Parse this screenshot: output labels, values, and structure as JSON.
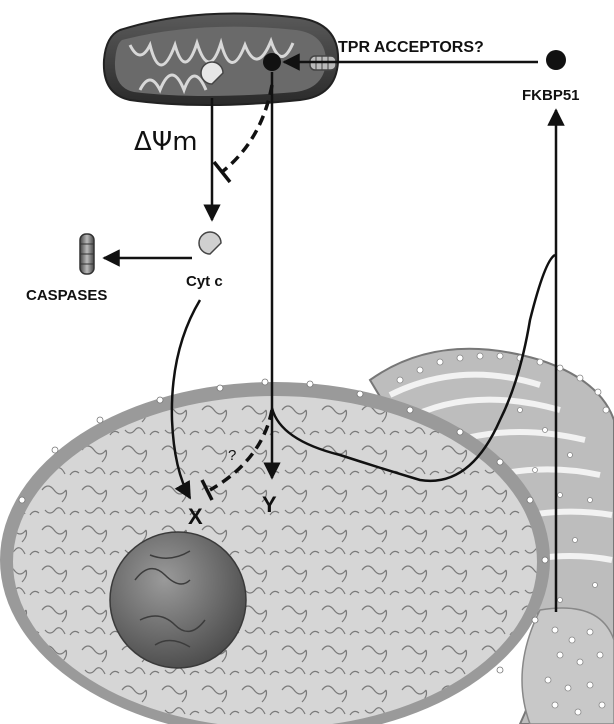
{
  "labels": {
    "tpr": "TPR ACCEPTORS?",
    "fkbp": "FKBP51",
    "delta": "ΔΨm",
    "cytc": "Cyt c",
    "caspases": "CASPASES",
    "question": "?",
    "x": "X",
    "y": "Y"
  },
  "colors": {
    "ink": "#111111",
    "nucleus_fill": "#d6d6d6",
    "envelope": "#8a8a8a",
    "er_fill": "#bdbdbd",
    "nucleolus": "#6e6e6e"
  }
}
